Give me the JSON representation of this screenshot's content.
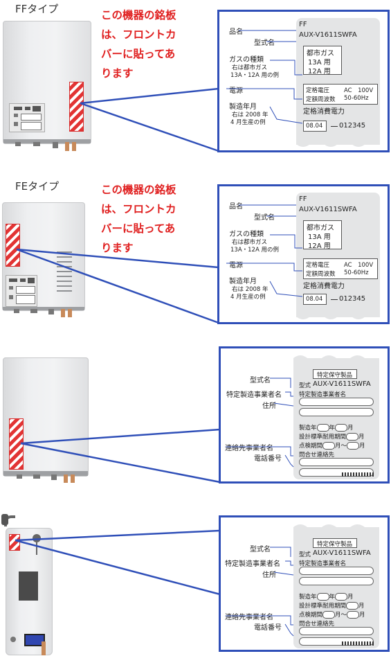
{
  "sections": [
    {
      "type_label": "FFタイプ",
      "note": "この機器の銘板\nは、フロントカ\nバーに貼ってあ\nります"
    },
    {
      "type_label": "FEタイプ",
      "note": "この機器の銘板\nは、フロントカ\nバーに貼ってあ\nります"
    }
  ],
  "rating_plate": {
    "top_code": "FF",
    "model": "AUX-V1611SWFA",
    "gas_value": "都市ガス",
    "gas_sub1": "13A 用",
    "gas_sub2": "12A 用",
    "voltage_label": "定格電圧",
    "voltage_value": "AC　100V",
    "freq_label": "定額周波数",
    "freq_value": "50-60Hz",
    "power_label": "定格消費電力",
    "date_value": "08.04",
    "serial": "012345"
  },
  "rating_labels": {
    "product_name": "品名",
    "model_name": "型式名",
    "gas_type": "ガスの種類",
    "gas_example_1": "右は都市ガス",
    "gas_example_2": "13A・12A 用の例",
    "power_source": "電源",
    "manufacture_date": "製造年月",
    "date_example_1": "右は 2008 年",
    "date_example_2": "4 月生産の例"
  },
  "safety_plate": {
    "title": "特定保守製品",
    "model_prefix": "型式",
    "model": "AUX-V1611SWFA",
    "manufacturer_field": "特定製造事業者名",
    "mfg_date": "製造年",
    "design_period": "設計標準耐用期間",
    "inspection_period": "点検期間",
    "contact_field": "問合せ連絡先",
    "u_month": "月",
    "u_year": "年",
    "u_tilde": "～"
  },
  "safety_labels": {
    "model_name": "型式名",
    "manufacturer": "特定製造事業者名",
    "address": "住所",
    "contact": "連絡先事業者名",
    "phone": "電話番号"
  }
}
